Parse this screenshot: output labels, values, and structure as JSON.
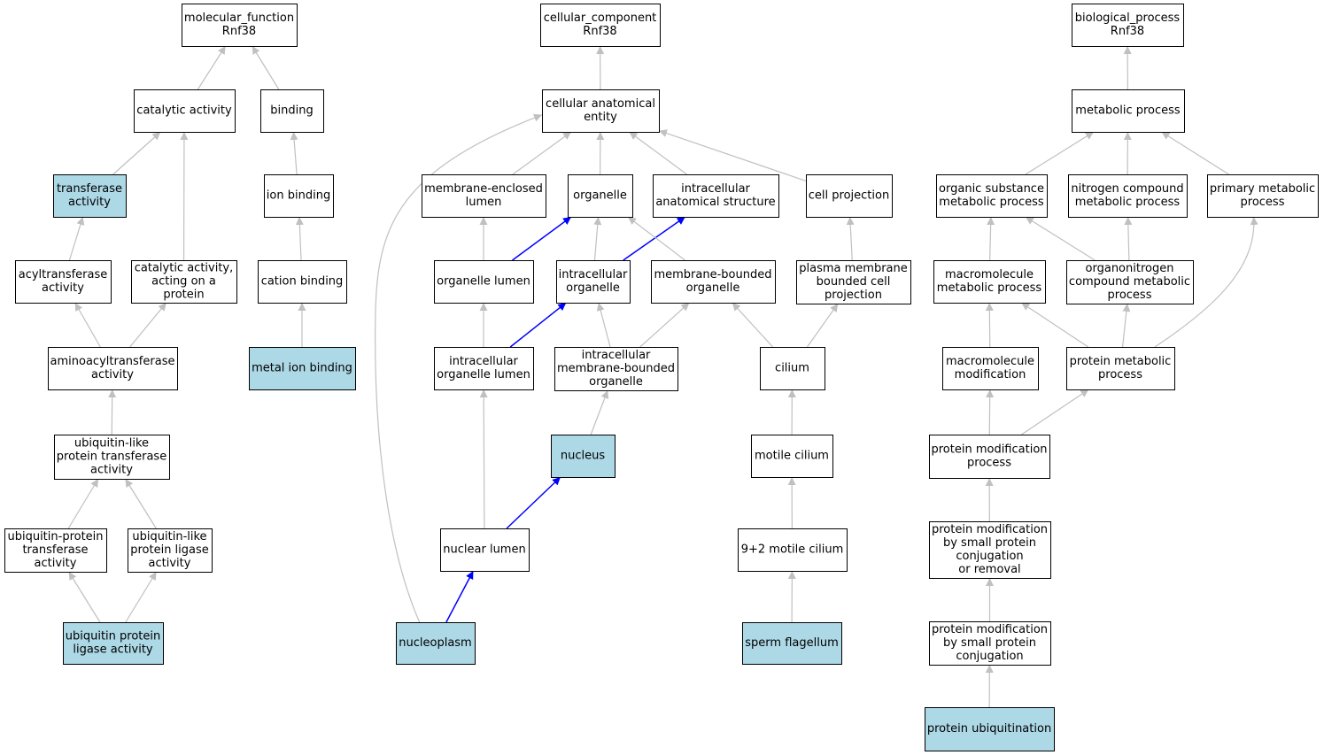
{
  "colors": {
    "annotated_fill": "#add8e6",
    "plain_fill": "#ffffff",
    "edge_gray": "#c0c0c0",
    "edge_blue": "#0000ff",
    "border": "#000000"
  },
  "nodes": [
    {
      "id": "mf",
      "lines": [
        "molecular_function",
        "Rnf38"
      ],
      "annotated": false
    },
    {
      "id": "catalytic",
      "lines": [
        "catalytic activity"
      ],
      "annotated": false
    },
    {
      "id": "binding",
      "lines": [
        "binding"
      ],
      "annotated": false
    },
    {
      "id": "transferase",
      "lines": [
        "transferase",
        "activity"
      ],
      "annotated": true
    },
    {
      "id": "ionbinding",
      "lines": [
        "ion binding"
      ],
      "annotated": false
    },
    {
      "id": "acyltransferase",
      "lines": [
        "acyltransferase",
        "activity"
      ],
      "annotated": false
    },
    {
      "id": "catprotein",
      "lines": [
        "catalytic activity,",
        "acting on a",
        "protein"
      ],
      "annotated": false
    },
    {
      "id": "cation",
      "lines": [
        "cation binding"
      ],
      "annotated": false
    },
    {
      "id": "aminoacyl",
      "lines": [
        "aminoacyltransferase",
        "activity"
      ],
      "annotated": false
    },
    {
      "id": "metalion",
      "lines": [
        "metal ion binding"
      ],
      "annotated": true
    },
    {
      "id": "ublike",
      "lines": [
        "ubiquitin-like",
        "protein transferase",
        "activity"
      ],
      "annotated": false
    },
    {
      "id": "ubprottrans",
      "lines": [
        "ubiquitin-protein",
        "transferase",
        "activity"
      ],
      "annotated": false
    },
    {
      "id": "ubligase",
      "lines": [
        "ubiquitin-like",
        "protein ligase",
        "activity"
      ],
      "annotated": false
    },
    {
      "id": "ubprotligase",
      "lines": [
        "ubiquitin protein",
        "ligase activity"
      ],
      "annotated": true
    },
    {
      "id": "cc",
      "lines": [
        "cellular_component",
        "Rnf38"
      ],
      "annotated": false
    },
    {
      "id": "cae",
      "lines": [
        "cellular anatomical",
        "entity"
      ],
      "annotated": false
    },
    {
      "id": "melumen",
      "lines": [
        "membrane-enclosed",
        "lumen"
      ],
      "annotated": false
    },
    {
      "id": "organelle",
      "lines": [
        "organelle"
      ],
      "annotated": false
    },
    {
      "id": "intraas",
      "lines": [
        "intracellular",
        "anatomical structure"
      ],
      "annotated": false
    },
    {
      "id": "cellproj",
      "lines": [
        "cell projection"
      ],
      "annotated": false
    },
    {
      "id": "orglumen",
      "lines": [
        "organelle lumen"
      ],
      "annotated": false
    },
    {
      "id": "intraorg",
      "lines": [
        "intracellular",
        "organelle"
      ],
      "annotated": false
    },
    {
      "id": "membound",
      "lines": [
        "membrane-bounded",
        "organelle"
      ],
      "annotated": false
    },
    {
      "id": "pmbcp",
      "lines": [
        "plasma membrane",
        "bounded cell",
        "projection"
      ],
      "annotated": false
    },
    {
      "id": "intraorglumen",
      "lines": [
        "intracellular",
        "organelle lumen"
      ],
      "annotated": false
    },
    {
      "id": "intramembound",
      "lines": [
        "intracellular",
        "membrane-bounded",
        "organelle"
      ],
      "annotated": false
    },
    {
      "id": "cilium",
      "lines": [
        "cilium"
      ],
      "annotated": false
    },
    {
      "id": "nucleus",
      "lines": [
        "nucleus"
      ],
      "annotated": true
    },
    {
      "id": "motile",
      "lines": [
        "motile cilium"
      ],
      "annotated": false
    },
    {
      "id": "nuclumen",
      "lines": [
        "nuclear lumen"
      ],
      "annotated": false
    },
    {
      "id": "ninetwo",
      "lines": [
        "9+2 motile cilium"
      ],
      "annotated": false
    },
    {
      "id": "nucleoplasm",
      "lines": [
        "nucleoplasm"
      ],
      "annotated": true
    },
    {
      "id": "sperm",
      "lines": [
        "sperm flagellum"
      ],
      "annotated": true
    },
    {
      "id": "bp",
      "lines": [
        "biological_process",
        "Rnf38"
      ],
      "annotated": false
    },
    {
      "id": "metab",
      "lines": [
        "metabolic process"
      ],
      "annotated": false
    },
    {
      "id": "organic",
      "lines": [
        "organic substance",
        "metabolic process"
      ],
      "annotated": false
    },
    {
      "id": "nitrogen",
      "lines": [
        "nitrogen compound",
        "metabolic process"
      ],
      "annotated": false
    },
    {
      "id": "primary",
      "lines": [
        "primary metabolic",
        "process"
      ],
      "annotated": false
    },
    {
      "id": "macromol",
      "lines": [
        "macromolecule",
        "metabolic process"
      ],
      "annotated": false
    },
    {
      "id": "organonitro",
      "lines": [
        "organonitrogen",
        "compound metabolic",
        "process"
      ],
      "annotated": false
    },
    {
      "id": "macromod",
      "lines": [
        "macromolecule",
        "modification"
      ],
      "annotated": false
    },
    {
      "id": "protmetab",
      "lines": [
        "protein metabolic",
        "process"
      ],
      "annotated": false
    },
    {
      "id": "protmod",
      "lines": [
        "protein modification",
        "process"
      ],
      "annotated": false
    },
    {
      "id": "protmodsmall",
      "lines": [
        "protein modification",
        "by small protein",
        "conjugation",
        "or removal"
      ],
      "annotated": false
    },
    {
      "id": "protmodconj",
      "lines": [
        "protein modification",
        "by small protein",
        "conjugation"
      ],
      "annotated": false
    },
    {
      "id": "ubiquitination",
      "lines": [
        "protein ubiquitination"
      ],
      "annotated": true
    }
  ],
  "edges": [
    {
      "from": "catalytic",
      "to": "mf",
      "style": "gray"
    },
    {
      "from": "binding",
      "to": "mf",
      "style": "gray"
    },
    {
      "from": "transferase",
      "to": "catalytic",
      "style": "gray"
    },
    {
      "from": "catprotein",
      "to": "catalytic",
      "style": "gray"
    },
    {
      "from": "ionbinding",
      "to": "binding",
      "style": "gray"
    },
    {
      "from": "acyltransferase",
      "to": "transferase",
      "style": "gray"
    },
    {
      "from": "cation",
      "to": "ionbinding",
      "style": "gray"
    },
    {
      "from": "aminoacyl",
      "to": "acyltransferase",
      "style": "gray"
    },
    {
      "from": "aminoacyl",
      "to": "catprotein",
      "style": "gray"
    },
    {
      "from": "metalion",
      "to": "cation",
      "style": "gray"
    },
    {
      "from": "ublike",
      "to": "aminoacyl",
      "style": "gray"
    },
    {
      "from": "ubprottrans",
      "to": "ublike",
      "style": "gray"
    },
    {
      "from": "ubligase",
      "to": "ublike",
      "style": "gray"
    },
    {
      "from": "ubprotligase",
      "to": "ubprottrans",
      "style": "gray"
    },
    {
      "from": "ubprotligase",
      "to": "ubligase",
      "style": "gray"
    },
    {
      "from": "cae",
      "to": "cc",
      "style": "gray"
    },
    {
      "from": "melumen",
      "to": "cae",
      "style": "gray"
    },
    {
      "from": "organelle",
      "to": "cae",
      "style": "gray"
    },
    {
      "from": "intraas",
      "to": "cae",
      "style": "gray"
    },
    {
      "from": "cellproj",
      "to": "cae",
      "style": "gray"
    },
    {
      "from": "nucleoplasm",
      "to": "cae",
      "style": "gray",
      "curve": "left"
    },
    {
      "from": "orglumen",
      "to": "melumen",
      "style": "gray"
    },
    {
      "from": "orglumen",
      "to": "organelle",
      "style": "blue"
    },
    {
      "from": "intraorg",
      "to": "organelle",
      "style": "gray"
    },
    {
      "from": "intraorg",
      "to": "intraas",
      "style": "blue"
    },
    {
      "from": "membound",
      "to": "organelle",
      "style": "gray"
    },
    {
      "from": "pmbcp",
      "to": "cellproj",
      "style": "gray"
    },
    {
      "from": "intraorglumen",
      "to": "orglumen",
      "style": "gray"
    },
    {
      "from": "intraorglumen",
      "to": "intraorg",
      "style": "blue"
    },
    {
      "from": "intramembound",
      "to": "intraorg",
      "style": "gray"
    },
    {
      "from": "intramembound",
      "to": "membound",
      "style": "gray"
    },
    {
      "from": "cilium",
      "to": "membound",
      "style": "gray"
    },
    {
      "from": "cilium",
      "to": "pmbcp",
      "style": "gray"
    },
    {
      "from": "nucleus",
      "to": "intramembound",
      "style": "gray"
    },
    {
      "from": "motile",
      "to": "cilium",
      "style": "gray"
    },
    {
      "from": "nuclumen",
      "to": "intraorglumen",
      "style": "gray"
    },
    {
      "from": "nuclumen",
      "to": "nucleus",
      "style": "blue"
    },
    {
      "from": "ninetwo",
      "to": "motile",
      "style": "gray"
    },
    {
      "from": "nucleoplasm",
      "to": "nuclumen",
      "style": "blue"
    },
    {
      "from": "sperm",
      "to": "ninetwo",
      "style": "gray"
    },
    {
      "from": "metab",
      "to": "bp",
      "style": "gray"
    },
    {
      "from": "organic",
      "to": "metab",
      "style": "gray"
    },
    {
      "from": "nitrogen",
      "to": "metab",
      "style": "gray"
    },
    {
      "from": "primary",
      "to": "metab",
      "style": "gray"
    },
    {
      "from": "macromol",
      "to": "organic",
      "style": "gray"
    },
    {
      "from": "organonitro",
      "to": "organic",
      "style": "gray"
    },
    {
      "from": "organonitro",
      "to": "nitrogen",
      "style": "gray"
    },
    {
      "from": "macromod",
      "to": "macromol",
      "style": "gray"
    },
    {
      "from": "protmetab",
      "to": "macromol",
      "style": "gray"
    },
    {
      "from": "protmetab",
      "to": "organonitro",
      "style": "gray"
    },
    {
      "from": "protmetab",
      "to": "primary",
      "style": "gray",
      "curve": "right"
    },
    {
      "from": "protmod",
      "to": "macromod",
      "style": "gray"
    },
    {
      "from": "protmod",
      "to": "protmetab",
      "style": "gray"
    },
    {
      "from": "protmodsmall",
      "to": "protmod",
      "style": "gray"
    },
    {
      "from": "protmodconj",
      "to": "protmodsmall",
      "style": "gray"
    },
    {
      "from": "ubiquitination",
      "to": "protmodconj",
      "style": "gray"
    }
  ]
}
